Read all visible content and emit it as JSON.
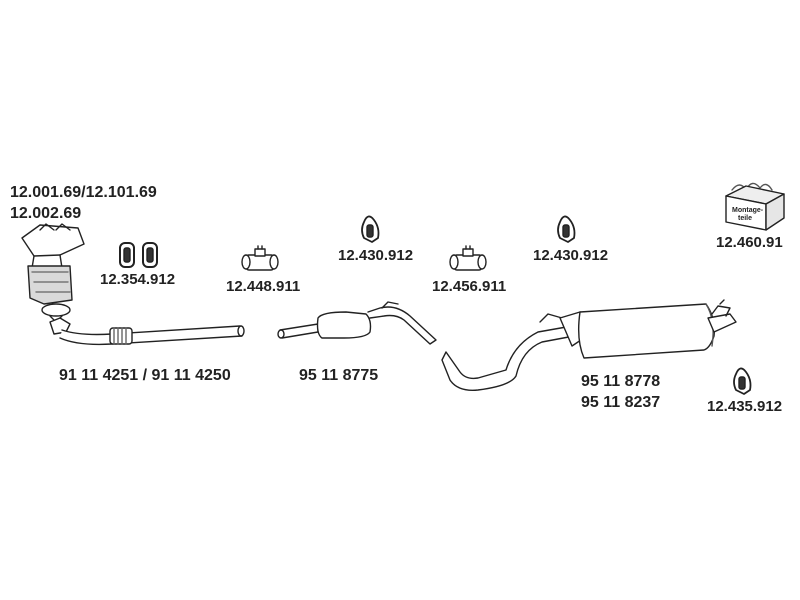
{
  "labels": {
    "manifold_line1": "12.001.69/12.101.69",
    "manifold_line2": "12.002.69",
    "rubber_mount_pair": "12.354.912",
    "clamp_1": "12.448.911",
    "hanger_1": "12.430.912",
    "clamp_2": "12.456.911",
    "hanger_2": "12.430.912",
    "fitting_kit": "12.460.91",
    "front_pipe": "91 11 4251 / 91 11 4250",
    "middle_silencer": "95 11 8775",
    "rear_silencer_line1": "95 11 8778",
    "rear_silencer_line2": "95 11 8237",
    "rear_hanger": "12.435.912"
  },
  "kit_box_text_1": "Montage-",
  "kit_box_text_2": "teile",
  "colors": {
    "line": "#222222",
    "fill": "#ffffff",
    "shade": "#9a9a9a"
  }
}
